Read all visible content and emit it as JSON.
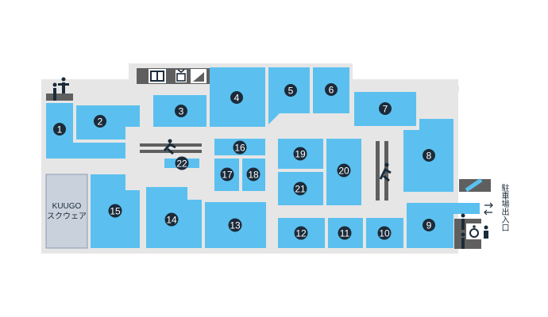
{
  "units": [
    {
      "id": "1",
      "label": "1"
    },
    {
      "id": "2",
      "label": "2"
    },
    {
      "id": "3",
      "label": "3"
    },
    {
      "id": "4",
      "label": "4"
    },
    {
      "id": "5",
      "label": "5"
    },
    {
      "id": "6",
      "label": "6"
    },
    {
      "id": "7",
      "label": "7"
    },
    {
      "id": "8",
      "label": "8"
    },
    {
      "id": "9",
      "label": "9"
    },
    {
      "id": "10",
      "label": "10"
    },
    {
      "id": "11",
      "label": "11"
    },
    {
      "id": "12",
      "label": "12"
    },
    {
      "id": "13",
      "label": "13"
    },
    {
      "id": "14",
      "label": "14"
    },
    {
      "id": "15",
      "label": "15"
    },
    {
      "id": "16",
      "label": "16"
    },
    {
      "id": "17",
      "label": "17"
    },
    {
      "id": "18",
      "label": "18"
    },
    {
      "id": "19",
      "label": "19"
    },
    {
      "id": "20",
      "label": "20"
    },
    {
      "id": "21",
      "label": "21"
    },
    {
      "id": "22",
      "label": "22"
    }
  ],
  "kuugo": {
    "line1": "KUUGO",
    "line2": "スクウェア"
  },
  "parking_label": "駐車場出入口",
  "icons": [
    "restroom-icon",
    "elevator-icon",
    "atm-icon",
    "escalator-icon",
    "wheelchair-icon",
    "stroller-icon",
    "arrow-right-icon",
    "arrow-left-icon"
  ],
  "colors": {
    "unit": "#5bc0ef",
    "floor": "#e6e6e6",
    "dark": "#5f5f5f",
    "number": "#1b2b3a"
  }
}
